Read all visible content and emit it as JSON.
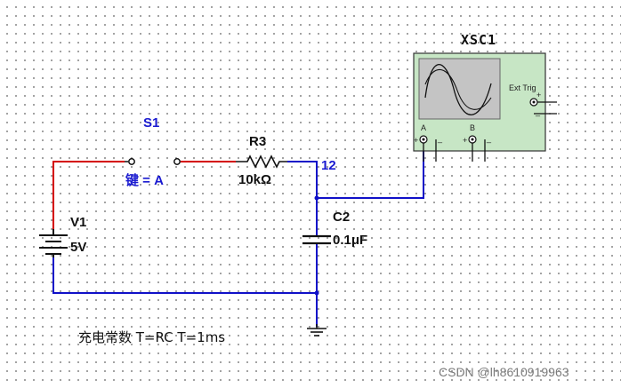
{
  "circuit": {
    "battery": {
      "ref": "V1",
      "value": "5V"
    },
    "switch": {
      "ref": "S1",
      "key_label": "键 = A"
    },
    "resistor": {
      "ref": "R3",
      "value": "10kΩ"
    },
    "node_label": "12",
    "capacitor": {
      "ref": "C2",
      "value": "0.1μF"
    },
    "oscilloscope": {
      "ref": "XSC1",
      "ext_trig_label": "Ext Trig",
      "channel_a": "A",
      "channel_b": "B",
      "plus": "+",
      "minus": "_"
    },
    "note": "充电常数 T=RC  T=1ms"
  },
  "watermark": "CSDN @lh8610919963",
  "colors": {
    "wire_red": "#d40000",
    "wire_blue": "#1010c8",
    "label_blue": "#1a1ad0",
    "scope_body": "#c7e6c5",
    "scope_screen": "#c4c4c4"
  }
}
